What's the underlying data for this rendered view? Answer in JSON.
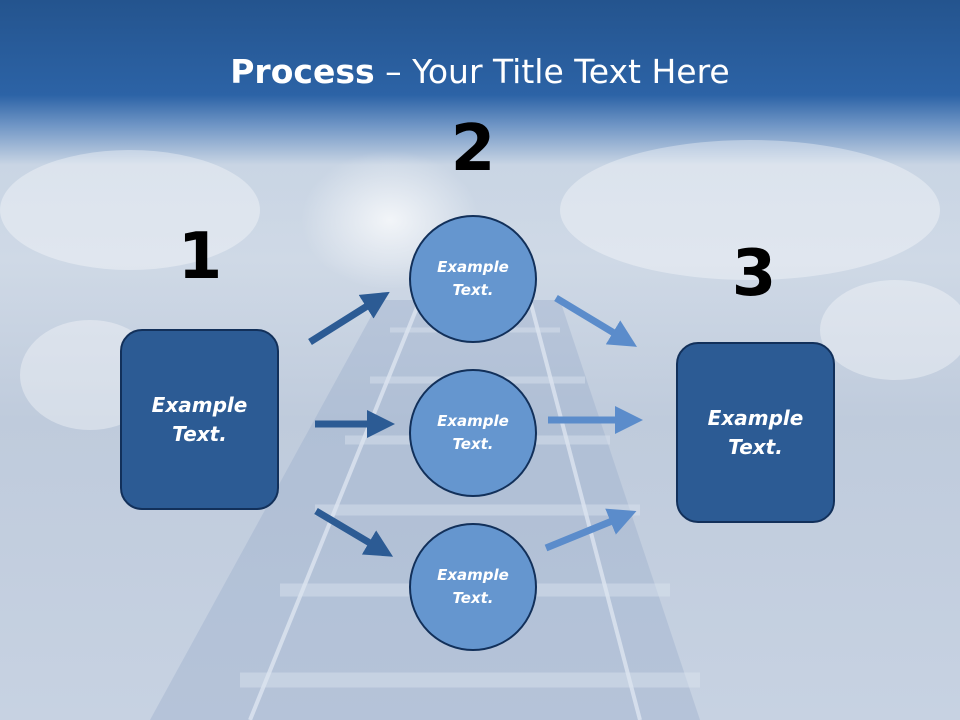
{
  "title": {
    "bold": "Process",
    "rest": " – Your Title Text Here"
  },
  "steps": {
    "one": {
      "number": "1",
      "text": "Example\nText."
    },
    "two": {
      "number": "2",
      "items": [
        {
          "text": "Example\nText."
        },
        {
          "text": "Example\nText."
        },
        {
          "text": "Example\nText."
        }
      ]
    },
    "three": {
      "number": "3",
      "text": "Example\nText."
    }
  },
  "colors": {
    "box_fill": "#2c5b94",
    "circle_fill": "#6596cf",
    "arrow_dark": "#2c5b94",
    "arrow_light": "#5b8ccb",
    "title_bar": "#2c63a6"
  }
}
